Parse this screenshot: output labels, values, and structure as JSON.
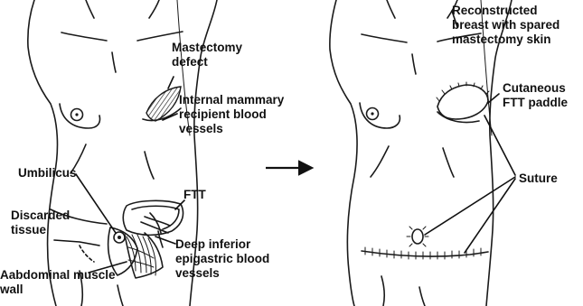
{
  "labels": {
    "mastectomy_defect": "Mastectomy\ndefect",
    "internal_mammary": "Internal mammary\nrecipient blood\nvessels",
    "umbilicus": "Umbilicus",
    "discarded_tissue": "Discarded\ntissue",
    "ftt": "FTT",
    "aabdominal_muscle_wall": "Aabdominal muscle\n  wall",
    "deep_inferior": "Deep inferior\nepigastric blood\nvessels",
    "reconstructed_breast": "Reconstructed\nbreast with spared\nmastectomy skin",
    "cutaneous_ftt_paddle": "Cutaneous\nFTT paddle",
    "suture": "Suture"
  },
  "colors": {
    "ink": "#1a1a1a",
    "background": "#ffffff"
  }
}
